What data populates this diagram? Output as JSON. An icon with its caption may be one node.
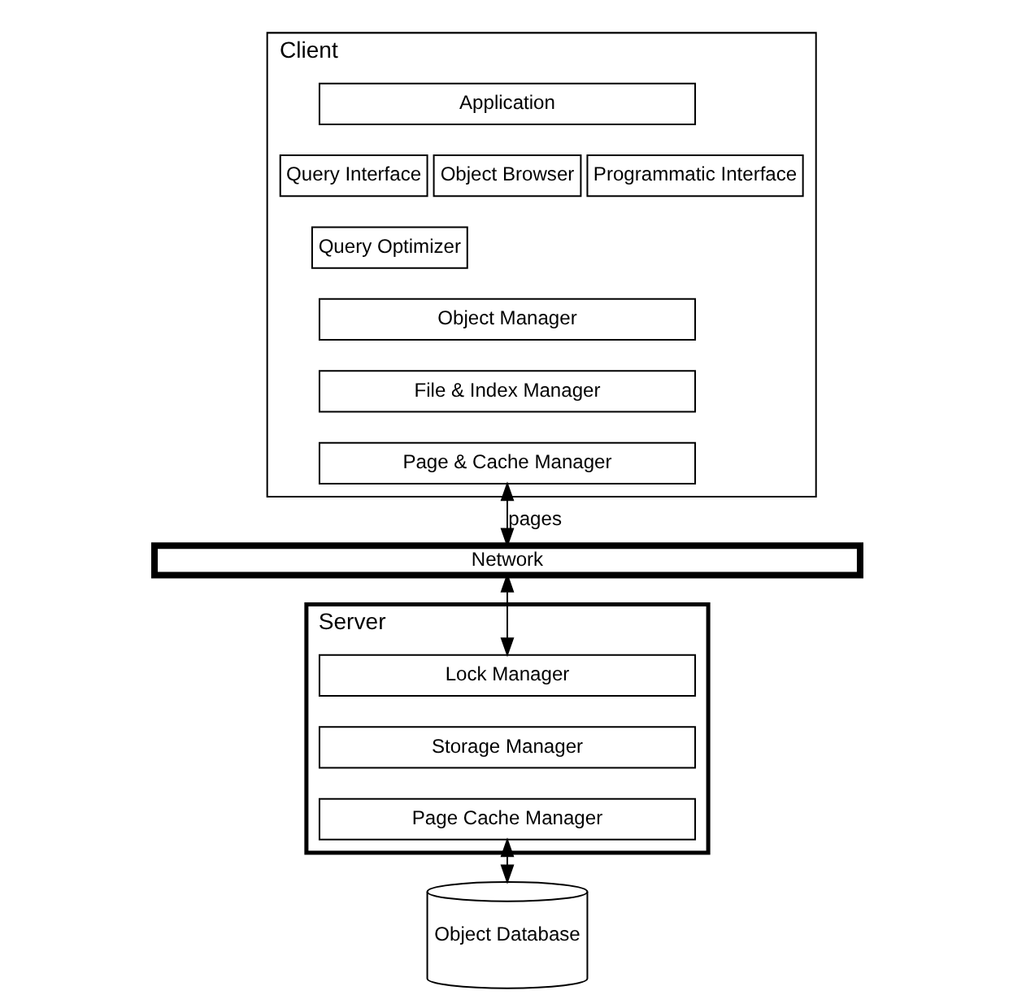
{
  "diagram": {
    "nodes": [
      {
        "text": [
          "Client"
        ]
      },
      {
        "text": [
          "Application"
        ],
        "in": 0
      },
      {
        "text": [
          "Query Interface"
        ],
        "in": 0
      },
      {
        "text": [
          "Query Optimizer"
        ],
        "in": 0
      },
      {
        "text": [
          "Object Browser"
        ],
        "in": 0
      },
      {
        "text": [
          "Programmatic Interface"
        ],
        "in": 0
      },
      {
        "text": [
          "Object Manager"
        ],
        "in": 0
      },
      {
        "text": [
          "File & Index Manager"
        ],
        "in": 0
      },
      {
        "text": [
          "Page & Cache Manager"
        ],
        "in": 0
      },
      {
        "text": [
          "Network"
        ]
      },
      {
        "text": [
          "Server"
        ]
      },
      {
        "text": [
          "Lock Manager"
        ],
        "in": 10
      },
      {
        "text": [
          "Storage Manager"
        ],
        "in": 10
      },
      {
        "text": [
          "Page Cache Manager"
        ],
        "in": 10
      },
      {
        "text": [
          "Object Database"
        ]
      }
    ],
    "edges": [
      {
        "from": 8,
        "to": 9,
        "arrow": "both",
        "label": "pages"
      },
      {
        "from": 9,
        "to": 11,
        "arrow": "both"
      },
      {
        "from": 13,
        "to": 14,
        "arrow": "both"
      }
    ]
  }
}
